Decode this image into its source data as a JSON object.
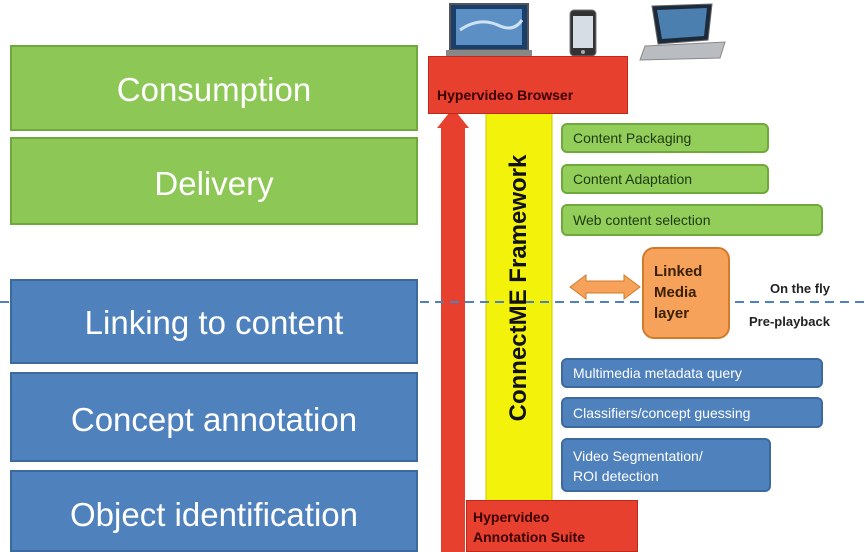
{
  "stages": {
    "consumption": "Consumption",
    "delivery": "Delivery",
    "linking": "Linking to content",
    "concept": "Concept annotation",
    "object": "Object identification"
  },
  "browser_label": "Hypervideo Browser",
  "framework_label": "ConnectME Framework",
  "upper_modules": [
    "Content Packaging",
    "Content Adaptation",
    "Web content selection"
  ],
  "lower_modules": [
    "Multimedia metadata query",
    "Classifiers/concept guessing",
    "Video Segmentation/\nROI detection"
  ],
  "linked_media": "Linked\nMedia\nlayer",
  "on_the_fly": "On the fly",
  "pre_playback": "Pre-playback",
  "suite_label": "Hypervideo\nAnnotation Suite",
  "colors": {
    "green": "#8dc856",
    "blue": "#4f81bd",
    "red": "#e8402e",
    "yellow": "#f2f20a",
    "orange": "#f6a25b"
  }
}
